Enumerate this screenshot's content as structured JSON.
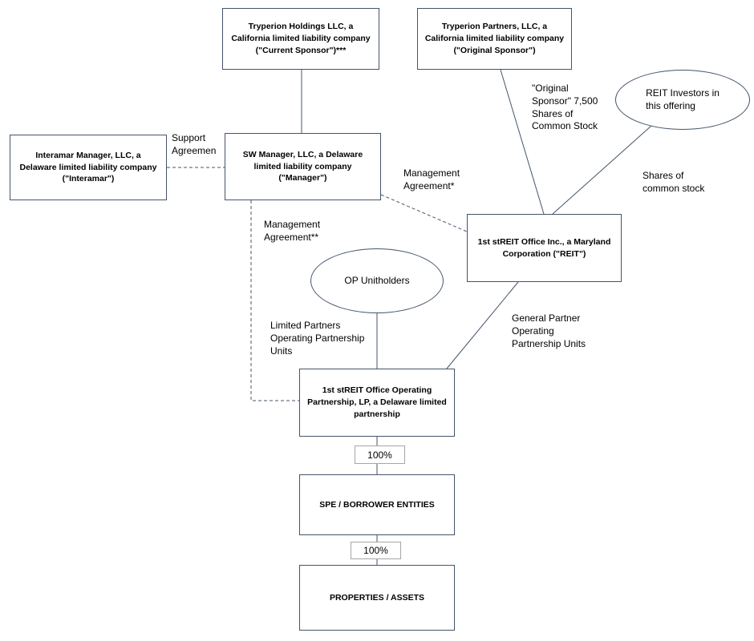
{
  "nodes": {
    "current_sponsor": {
      "label": "Tryperion Holdings LLC, a California limited liability company (\"Current Sponsor\")***"
    },
    "original_sponsor": {
      "label": "Tryperion Partners, LLC, a California limited liability company (\"Original Sponsor\")"
    },
    "reit_investors": {
      "label": "REIT Investors in\nthis offering"
    },
    "interamar": {
      "label": "Interamar Manager, LLC, a Delaware limited liability company (\"Interamar\")"
    },
    "sw_manager": {
      "label": "SW Manager, LLC, a Delaware limited liability company (\"Manager\")"
    },
    "reit": {
      "label": "1st stREIT Office Inc., a Maryland Corporation (\"REIT\")"
    },
    "op_unitholders": {
      "label": "OP Unitholders"
    },
    "operating_partnership": {
      "label": "1st stREIT Office Operating Partnership, LP, a Delaware limited partnership"
    },
    "spe": {
      "label": "SPE / BORROWER ENTITIES"
    },
    "properties": {
      "label": "PROPERTIES / ASSETS"
    },
    "ownership_pct_1": {
      "label": "100%"
    },
    "ownership_pct_2": {
      "label": "100%"
    }
  },
  "edge_labels": {
    "support_agreement": "Support\nAgreemen",
    "original_sponsor_shares": "\"Original\nSponsor\" 7,500\nShares of\nCommon Stock",
    "management_agreement_reit": "Management\nAgreement*",
    "shares_of_common_stock": "Shares of\ncommon stock",
    "management_agreement_op": "Management\nAgreement**",
    "limited_partners_units": "Limited Partners\nOperating Partnership\nUnits",
    "general_partner_units": "General Partner\nOperating\nPartnership Units"
  },
  "colors": {
    "box_border": "#44546a",
    "connector": "#44546a",
    "pct_border": "#a6a6a6",
    "text": "#000000"
  }
}
